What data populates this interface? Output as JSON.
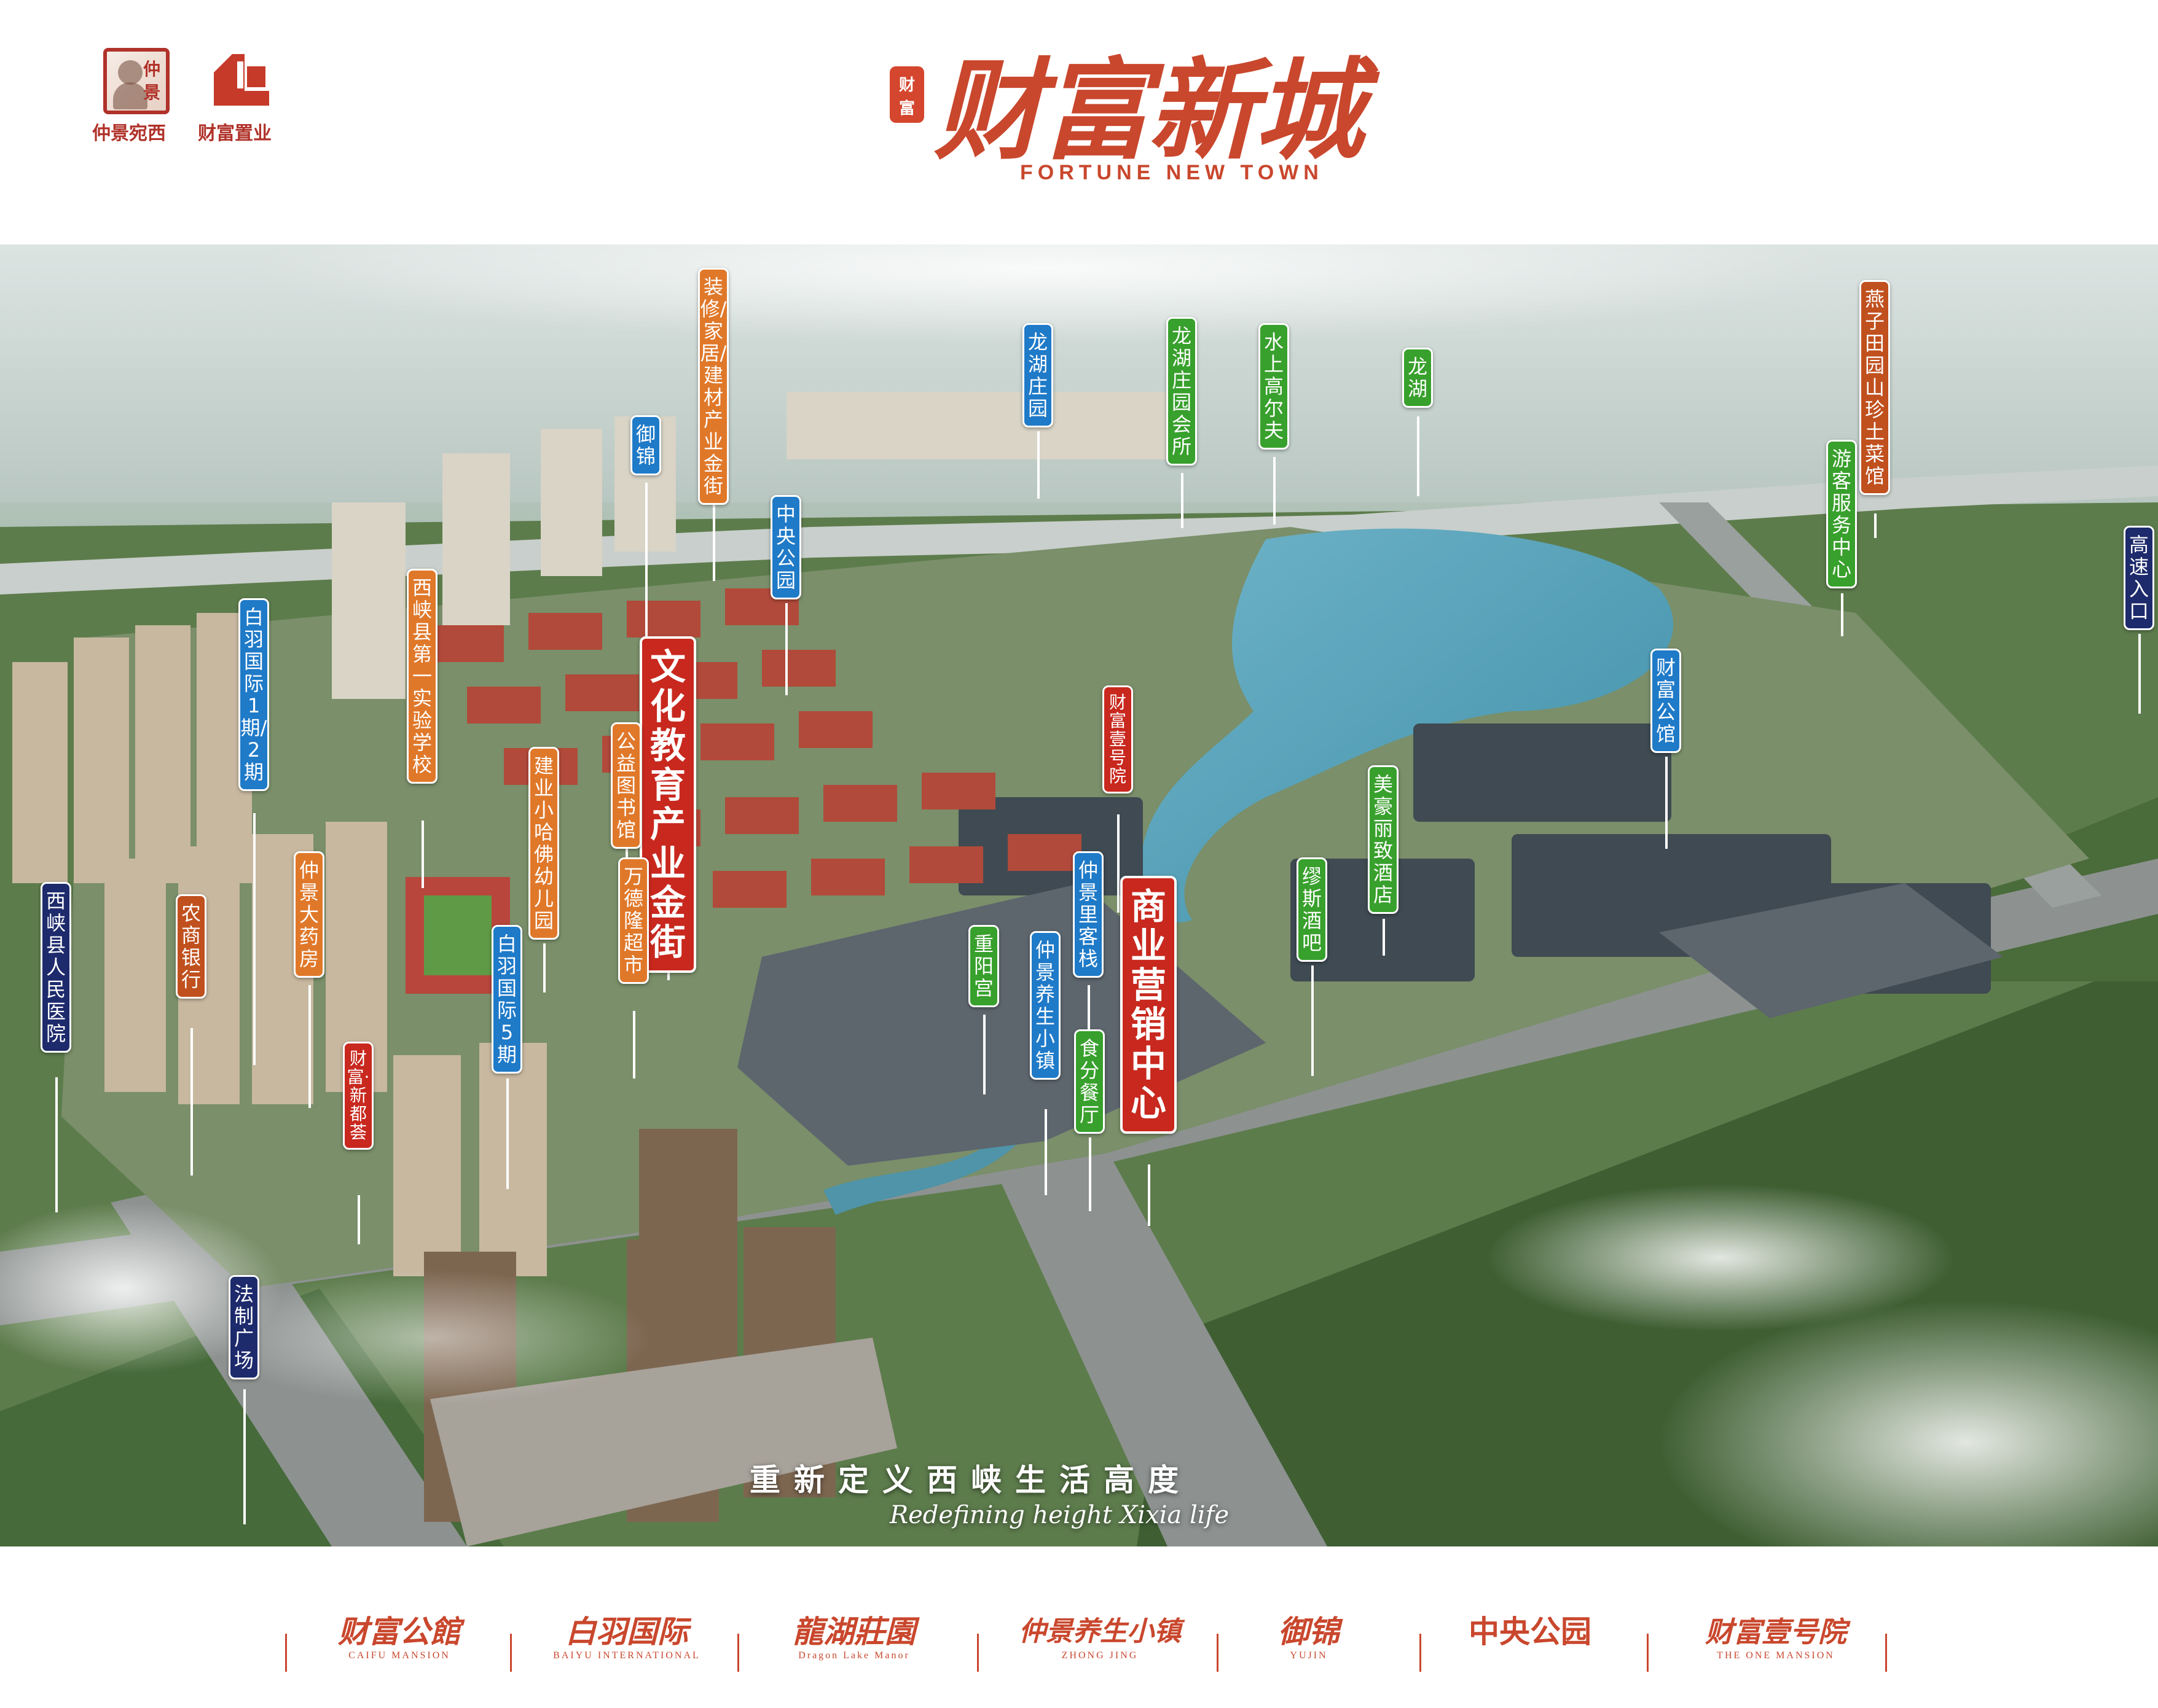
{
  "header": {
    "logo_left": {
      "seal_text": "仲景",
      "caption": "仲景宛西",
      "icon": "physician-portrait-seal-icon"
    },
    "logo_right": {
      "caption": "财富置业",
      "icon": "building-block-logo-icon"
    },
    "title_seal": [
      "财",
      "富"
    ],
    "title_cn": "财富新城",
    "title_en": "FORTUNE NEW TOWN"
  },
  "colors": {
    "orange": "#e0782a",
    "red": "#c8281e",
    "blue": "#1f7ac8",
    "green": "#38a02c",
    "navy": "#1d2a6c",
    "brand": "#c9472d"
  },
  "labels": {
    "zhuangxiu": "装修/家居/建材产业金街",
    "yujin": "御锦",
    "longhu_zhuangyuan": "龙湖庄园",
    "longhu_huisuo": "龙湖庄园会所",
    "shuishang": "水上高尔夫",
    "longhu": "龙湖",
    "yanzi": "燕子田园山珍土菜馆",
    "youke": "游客服务中心",
    "gaosu": "高速入口",
    "zhongyang": "中央公园",
    "wenhua": "文化教育产业金街",
    "xixia_school": "西峡县第一实验学校",
    "baiyu12": "白羽国际1期/2期",
    "gongyi": "公益图书馆",
    "jianye": "建业小哈佛幼儿园",
    "caifu_gongguan": "财富公馆",
    "caifu_yihao": "财富壹号院",
    "meihao": "美豪丽致酒店",
    "zhongjing_zhan": "仲景里客栈",
    "shangye": "商业营销中心",
    "wande": "万德隆超市",
    "miusi": "缪斯酒吧",
    "chongyang": "重阳宫",
    "yangsheng": "仲景养生小镇",
    "shifen": "食分餐厅",
    "baiyu5": "白羽国际5期",
    "zhongjing_yao": "仲景大药房",
    "nongshang": "农商银行",
    "xinducui": "财富·新都荟",
    "hospital": "西峡县人民医院",
    "fazhi": "法制广场"
  },
  "slogan": {
    "cn": "重新定义西峡生活高度",
    "en": "Redefining height Xixia life"
  },
  "footer": {
    "brands": [
      {
        "main": "财富公館",
        "sub": "CAIFU MANSION"
      },
      {
        "main": "白羽国际",
        "sub": "BAIYU INTERNATIONAL"
      },
      {
        "main": "龍湖莊園",
        "sub": "Dragon Lake Manor"
      },
      {
        "main": "仲景养生小镇",
        "sub": "ZHONG JING"
      },
      {
        "main": "御锦",
        "sub": "YUJIN"
      },
      {
        "main": "中央公园",
        "sub": ""
      },
      {
        "main": "财富壹号院",
        "sub": "THE ONE MANSION"
      }
    ]
  }
}
